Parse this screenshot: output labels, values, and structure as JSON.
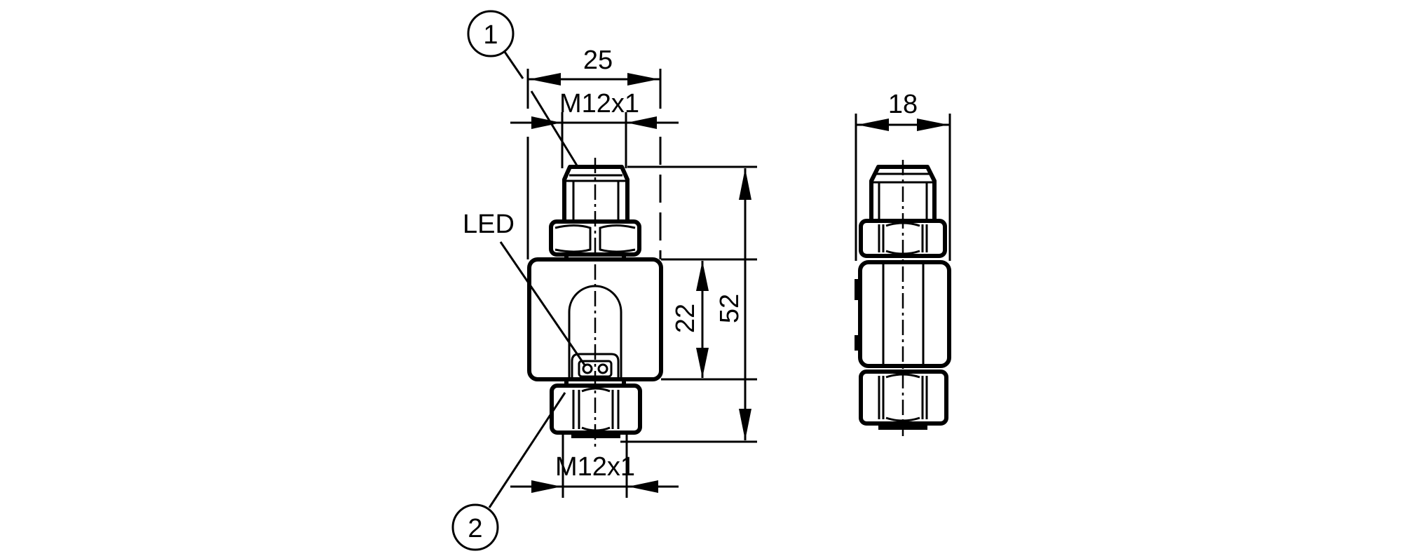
{
  "drawing": {
    "front_view": {
      "callout_1": "1",
      "callout_2": "2",
      "led_label": "LED",
      "width_dimension": "25",
      "top_thread_dimension": "M12x1",
      "bottom_thread_dimension": "M12x1",
      "body_height_dimension": "22",
      "overall_height_dimension": "52"
    },
    "side_view": {
      "width_dimension": "18"
    }
  }
}
